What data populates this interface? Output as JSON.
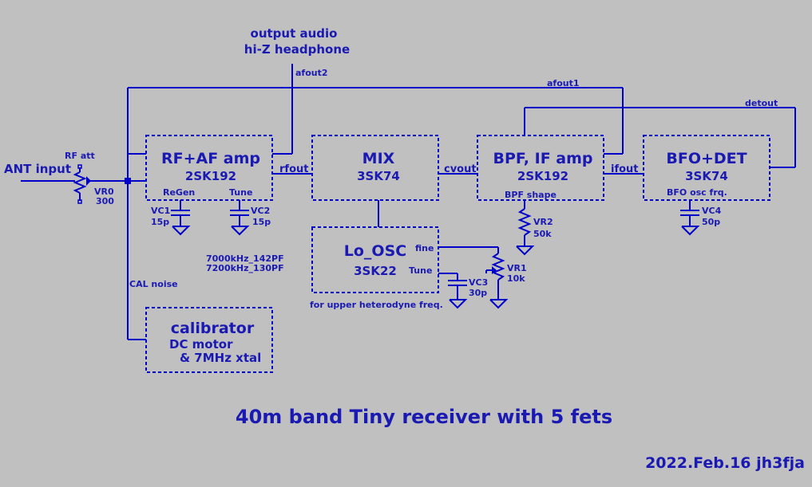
{
  "labels": {
    "output_audio_1": "output audio",
    "output_audio_2": "hi-Z headphone",
    "afout2": "afout2",
    "afout1": "afout1",
    "detout": "detout",
    "ant_input": "ANT input",
    "rf_att": "RF att",
    "vr0_name": "VR0",
    "vr0_value": "300",
    "rfout": "rfout",
    "cvout": "cvout",
    "ifout": "ifout",
    "cal_noise": "CAL noise",
    "freq_note_1": "7000kHz_142PF",
    "freq_note_2": "7200kHz_130PF",
    "upper_note": "for upper heterodyne freq.",
    "title": "40m band Tiny receiver with 5 fets",
    "date": "2022.Feb.16  jh3fja"
  },
  "blocks": {
    "rfaf": {
      "name": "RF+AF amp",
      "device": "2SK192",
      "sub1": "ReGen",
      "sub2": "Tune"
    },
    "mix": {
      "name": "MIX",
      "device": "3SK74"
    },
    "bpf": {
      "name": "BPF, IF amp",
      "device": "2SK192",
      "sub1": "BPF shape"
    },
    "bfo": {
      "name": "BFO+DET",
      "device": "3SK74",
      "sub1": "BFO osc frq."
    },
    "lo": {
      "name": "Lo_OSC",
      "device": "3SK22",
      "sub1": "fine",
      "sub2": "Tune"
    },
    "cal": {
      "name": "calibrator",
      "line1": "DC motor",
      "line2": "& 7MHz xtal"
    }
  },
  "components": {
    "vc1": {
      "name": "VC1",
      "value": "15p"
    },
    "vc2": {
      "name": "VC2",
      "value": "15p"
    },
    "vc3": {
      "name": "VC3",
      "value": "30p"
    },
    "vc4": {
      "name": "VC4",
      "value": "50p"
    },
    "vr1": {
      "name": "VR1",
      "value": "10k"
    },
    "vr2": {
      "name": "VR2",
      "value": "50k"
    }
  },
  "colors": {
    "background": "#c0c0c0",
    "wire": "#0000c8",
    "text": "#1a1ab3"
  }
}
